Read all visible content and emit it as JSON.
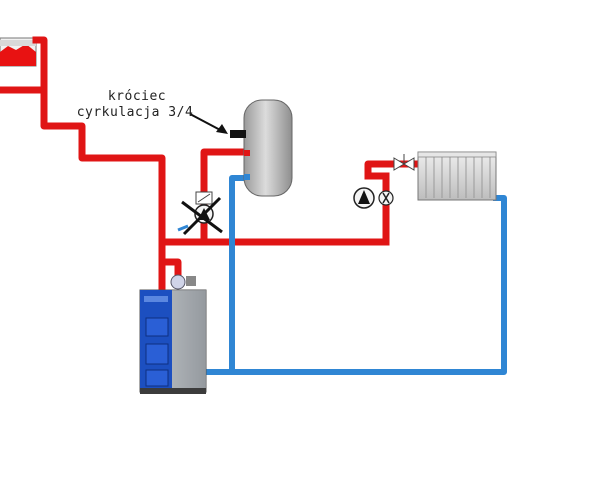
{
  "annotation": {
    "line1": "króciec",
    "line2": "cyrkulacja 3/4"
  },
  "colors": {
    "supply_pipe": "#e01515",
    "return_pipe": "#2f86d4",
    "boiler_body": "#9ea3a8",
    "boiler_front": "#1c4fc0",
    "tank": "#c8c8c8",
    "radiator": "#d8d8d8"
  },
  "components": {
    "tank_icon": "hot-water-tank",
    "pump_icon": "circulation-pump",
    "valve_icon": "three-way-valve",
    "radiator_icon": "radiator",
    "boiler_icon": "solid-fuel-boiler",
    "expansion_icon": "expansion-vessel"
  }
}
